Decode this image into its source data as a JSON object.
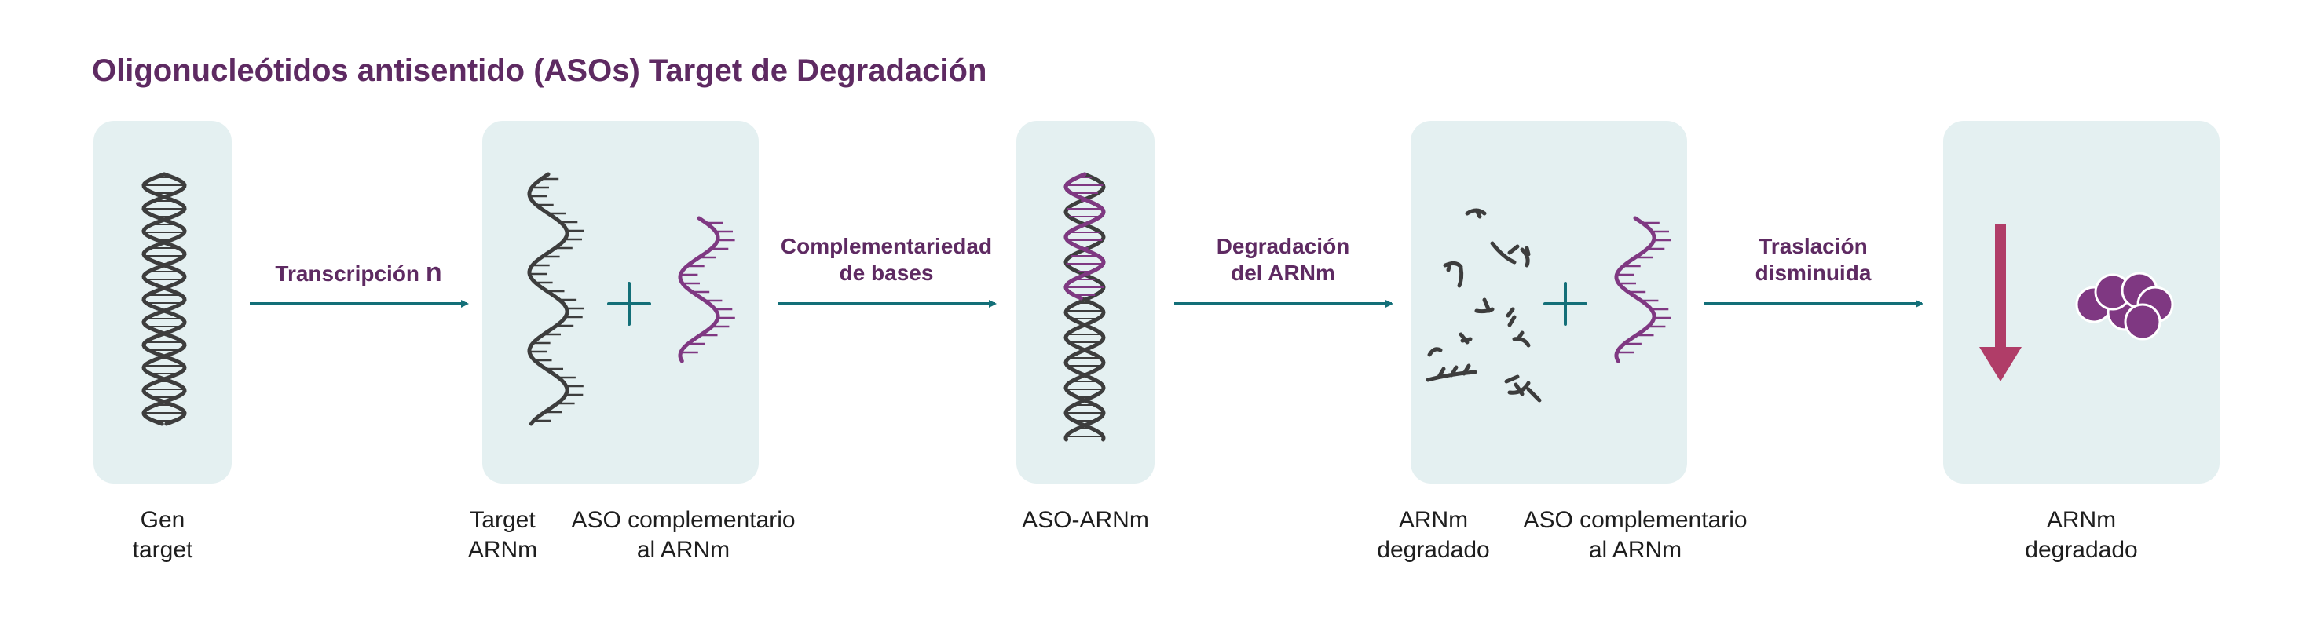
{
  "title": "Oligonucleótidos antisentido (ASOs) Target de Degradación",
  "colors": {
    "title": "#5e2a62",
    "panel": "#e4f0f1",
    "arrow": "#136f78",
    "dna": "#3d3d3d",
    "aso": "#7f3882",
    "down_arrow": "#b03d68",
    "protein": "#7f3882"
  },
  "panels": [
    {
      "labels": [
        {
          "lines": [
            "Gen",
            "target"
          ]
        }
      ]
    },
    {
      "labels": [
        {
          "lines": [
            "Target",
            "ARNm"
          ]
        },
        {
          "lines": [
            "ASO complementario",
            "al ARNm"
          ]
        }
      ]
    },
    {
      "labels": [
        {
          "lines": [
            "ASO-ARNm"
          ]
        }
      ]
    },
    {
      "labels": [
        {
          "lines": [
            "ARNm",
            "degradado"
          ]
        },
        {
          "lines": [
            "ASO complementario",
            "al ARNm"
          ]
        }
      ]
    },
    {
      "labels": [
        {
          "lines": [
            "ARNm",
            "degradado"
          ]
        }
      ]
    }
  ],
  "steps": [
    {
      "lines": [
        "Transcripción"
      ],
      "icon": "n"
    },
    {
      "lines": [
        "Complementariedad",
        "de bases"
      ]
    },
    {
      "lines": [
        "Degradación",
        "del ARNm"
      ]
    },
    {
      "lines": [
        "Traslación",
        "disminuida"
      ]
    }
  ],
  "icons": {
    "panel1": "dna-double-helix-icon",
    "panel2": [
      "mrna-strand-icon",
      "plus-icon",
      "aso-strand-icon"
    ],
    "panel3": "aso-mrna-duplex-icon",
    "panel4": [
      "mrna-fragments-icon",
      "plus-icon",
      "aso-strand-icon"
    ],
    "panel5": [
      "down-arrow-icon",
      "protein-cluster-icon"
    ]
  }
}
